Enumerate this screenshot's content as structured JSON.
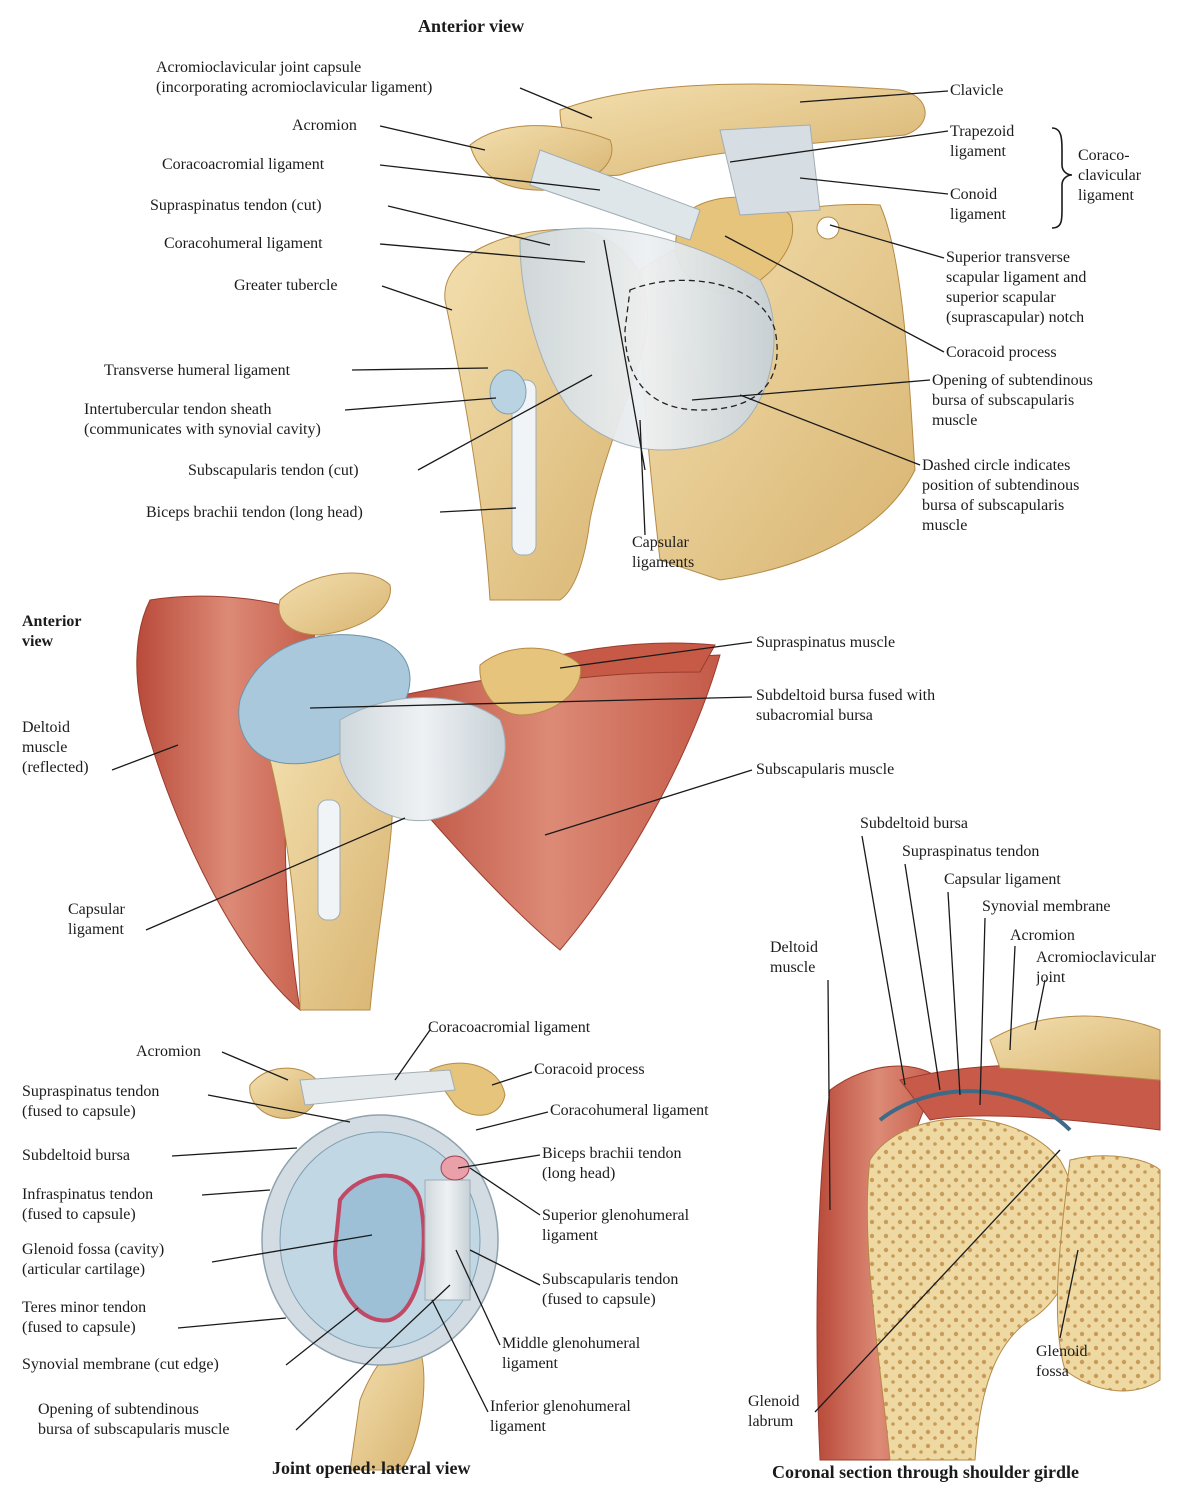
{
  "titles": {
    "top_view": "Anterior view",
    "middle_view": "Anterior view",
    "lateral_view": "Joint opened: lateral view",
    "coronal_view": "Coronal section through shoulder girdle"
  },
  "top_labels": {
    "ac_capsule": "Acromioclavicular joint capsule",
    "ac_capsule_2": "(incorporating acromioclavicular ligament)",
    "acromion": "Acromion",
    "coracoacromial": "Coracoacromial ligament",
    "supraspinatus_tendon": "Supraspinatus tendon (cut)",
    "coracohumeral": "Coracohumeral ligament",
    "greater_tubercle": "Greater tubercle",
    "transverse_humeral": "Transverse humeral ligament",
    "intertubercular": "Intertubercular tendon sheath",
    "intertubercular_2": "(communicates with synovial cavity)",
    "subscapularis_tendon": "Subscapularis tendon (cut)",
    "biceps_long": "Biceps brachii tendon (long head)",
    "clavicle": "Clavicle",
    "trapezoid": "Trapezoid",
    "trapezoid_2": "ligament",
    "conoid": "Conoid",
    "conoid_2": "ligament",
    "coracoclavicular": "Coraco-",
    "coracoclavicular_2": "clavicular",
    "coracoclavicular_3": "ligament",
    "superior_transverse": "Superior transverse",
    "superior_transverse_2": "scapular ligament and",
    "superior_transverse_3": "superior scapular",
    "superior_transverse_4": "(suprascapular) notch",
    "coracoid_process": "Coracoid process",
    "opening_bursa": "Opening of subtendinous",
    "opening_bursa_2": "bursa of subscapularis",
    "opening_bursa_3": "muscle",
    "dashed_circle": "Dashed circle indicates",
    "dashed_circle_2": "position of subtendinous",
    "dashed_circle_3": "bursa of subscapularis",
    "dashed_circle_4": "muscle",
    "capsular_ligaments": "Capsular",
    "capsular_ligaments_2": "ligaments"
  },
  "middle_labels": {
    "deltoid": "Deltoid",
    "deltoid_2": "muscle",
    "deltoid_3": "(reflected)",
    "capsular": "Capsular",
    "capsular_2": "ligament",
    "supraspinatus_muscle": "Supraspinatus muscle",
    "subdeltoid_fused": "Subdeltoid bursa fused with",
    "subdeltoid_fused_2": "subacromial bursa",
    "subscapularis_muscle": "Subscapularis muscle"
  },
  "lateral_labels": {
    "acromion": "Acromion",
    "supraspinatus": "Supraspinatus tendon",
    "supraspinatus_2": "(fused to capsule)",
    "subdeltoid": "Subdeltoid bursa",
    "infraspinatus": "Infraspinatus tendon",
    "infraspinatus_2": "(fused to capsule)",
    "glenoid_fossa": "Glenoid fossa (cavity)",
    "glenoid_fossa_2": "(articular cartilage)",
    "teres_minor": "Teres minor tendon",
    "teres_minor_2": "(fused to capsule)",
    "synovial_cut": "Synovial membrane (cut edge)",
    "opening_sub": "Opening of subtendinous",
    "opening_sub_2": "bursa of subscapularis muscle",
    "coracoacromial": "Coracoacromial ligament",
    "coracoid": "Coracoid process",
    "coracohumeral": "Coracohumeral ligament",
    "biceps": "Biceps brachii tendon",
    "biceps_2": "(long head)",
    "superior_gh": "Superior glenohumeral",
    "superior_gh_2": "ligament",
    "subscapularis": "Subscapularis tendon",
    "subscapularis_2": "(fused to capsule)",
    "middle_gh": "Middle glenohumeral",
    "middle_gh_2": "ligament",
    "inferior_gh": "Inferior glenohumeral",
    "inferior_gh_2": "ligament"
  },
  "coronal_labels": {
    "subdeltoid": "Subdeltoid bursa",
    "supraspinatus": "Supraspinatus tendon",
    "capsular": "Capsular ligament",
    "synovial": "Synovial membrane",
    "acromion": "Acromion",
    "ac_joint": "Acromioclavicular",
    "ac_joint_2": "joint",
    "deltoid": "Deltoid",
    "deltoid_2": "muscle",
    "glenoid_fossa": "Glenoid",
    "glenoid_fossa_2": "fossa",
    "glenoid_labrum": "Glenoid",
    "glenoid_labrum_2": "labrum"
  },
  "colors": {
    "bone": "#ecd39a",
    "bone_shadow": "#c9a35a",
    "ligament": "#dde3e6",
    "bursa": "#b9d3e2",
    "muscle": "#c85a4a",
    "muscle_light": "#e0907c",
    "cartilage": "#a7c7dc",
    "synovial": "#c04a66"
  }
}
